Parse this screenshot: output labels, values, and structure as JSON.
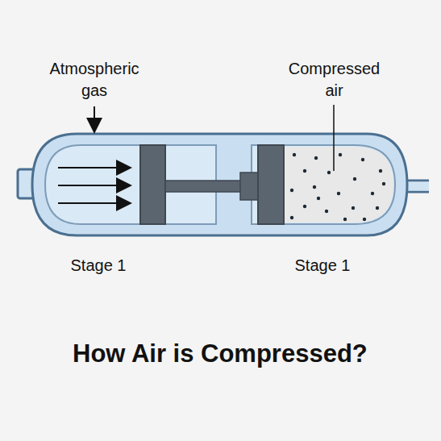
{
  "diagram": {
    "title": "How Air is Compressed?",
    "labels": [
      "Atmospheric gas",
      "Compressed air",
      "Stage 1",
      "Stage 1"
    ]
  }
}
